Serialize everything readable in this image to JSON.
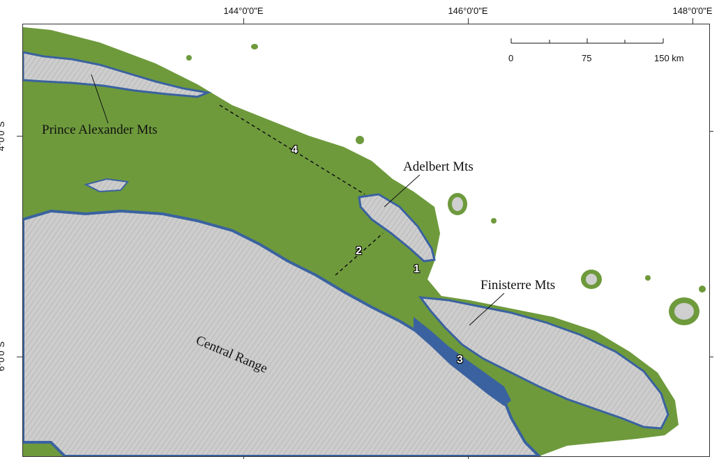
{
  "map": {
    "longitude_labels": [
      "144°0'0\"E",
      "146°0'0\"E",
      "148°0'0\"E"
    ],
    "latitude_labels": [
      "4°0'0\"S",
      "6°0'0\"S"
    ],
    "feature_labels": {
      "prince_alexander": "Prince Alexander Mts",
      "adelbert": "Adelbert Mts",
      "finisterre": "Finisterre Mts",
      "central_range": "Central  Range"
    },
    "markers": [
      "1",
      "2",
      "3",
      "4"
    ],
    "scale_bar": {
      "ticks": [
        "0",
        "75",
        "150 km"
      ]
    },
    "colors": {
      "lowland": "#6e9a3c",
      "highland": "#cfcfcf",
      "transition": "#3a62a0",
      "sea": "#ffffff"
    }
  }
}
